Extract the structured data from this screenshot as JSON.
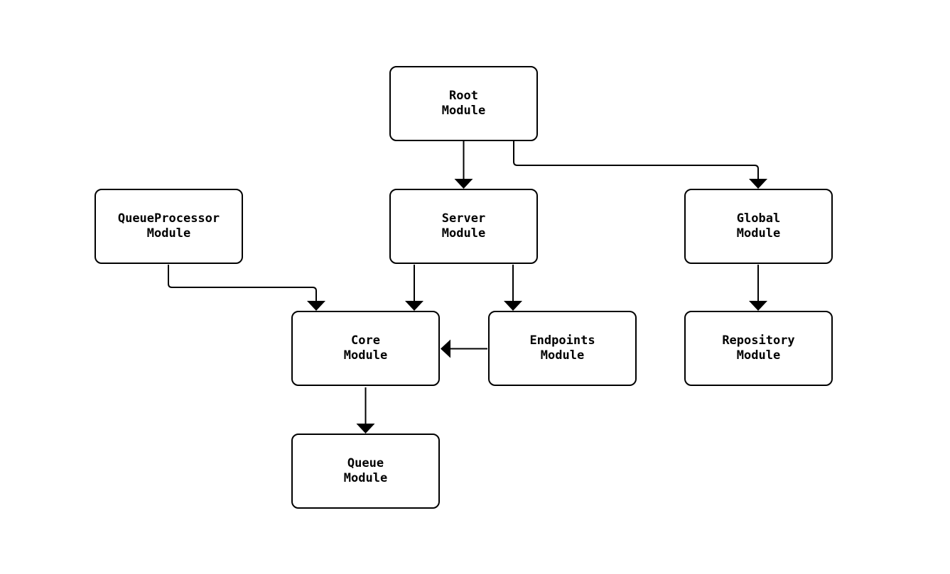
{
  "diagram": {
    "type": "flowchart",
    "background_color": "#ffffff",
    "node_fill_color": "#ffffff",
    "node_border_color": "#000000",
    "edge_color": "#000000",
    "text_color": "#000000",
    "nodes": [
      {
        "id": "root-module",
        "label": "Root\nModule"
      },
      {
        "id": "queueprocessor-module",
        "label": "QueueProcessor\nModule"
      },
      {
        "id": "server-module",
        "label": "Server\nModule"
      },
      {
        "id": "global-module",
        "label": "Global\nModule"
      },
      {
        "id": "core-module",
        "label": "Core\nModule"
      },
      {
        "id": "endpoints-module",
        "label": "Endpoints\nModule"
      },
      {
        "id": "repository-module",
        "label": "Repository\nModule"
      },
      {
        "id": "queue-module",
        "label": "Queue\nModule"
      }
    ],
    "edges": [
      {
        "from": "root-module",
        "to": "server-module"
      },
      {
        "from": "root-module",
        "to": "global-module"
      },
      {
        "from": "queueprocessor-module",
        "to": "core-module"
      },
      {
        "from": "server-module",
        "to": "core-module"
      },
      {
        "from": "server-module",
        "to": "endpoints-module"
      },
      {
        "from": "endpoints-module",
        "to": "core-module"
      },
      {
        "from": "core-module",
        "to": "queue-module"
      },
      {
        "from": "global-module",
        "to": "repository-module"
      }
    ]
  }
}
